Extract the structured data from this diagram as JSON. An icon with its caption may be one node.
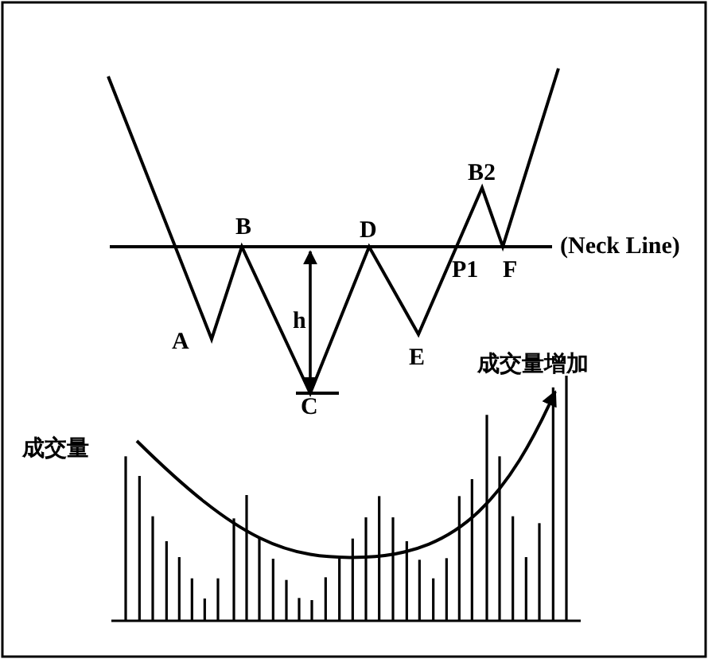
{
  "diagram": {
    "labels": [
      "B2",
      "B",
      "D",
      "(Neck Line)",
      "P1",
      "F",
      "h",
      "A",
      "E",
      "成交量增加",
      "C",
      "成交量"
    ]
  }
}
